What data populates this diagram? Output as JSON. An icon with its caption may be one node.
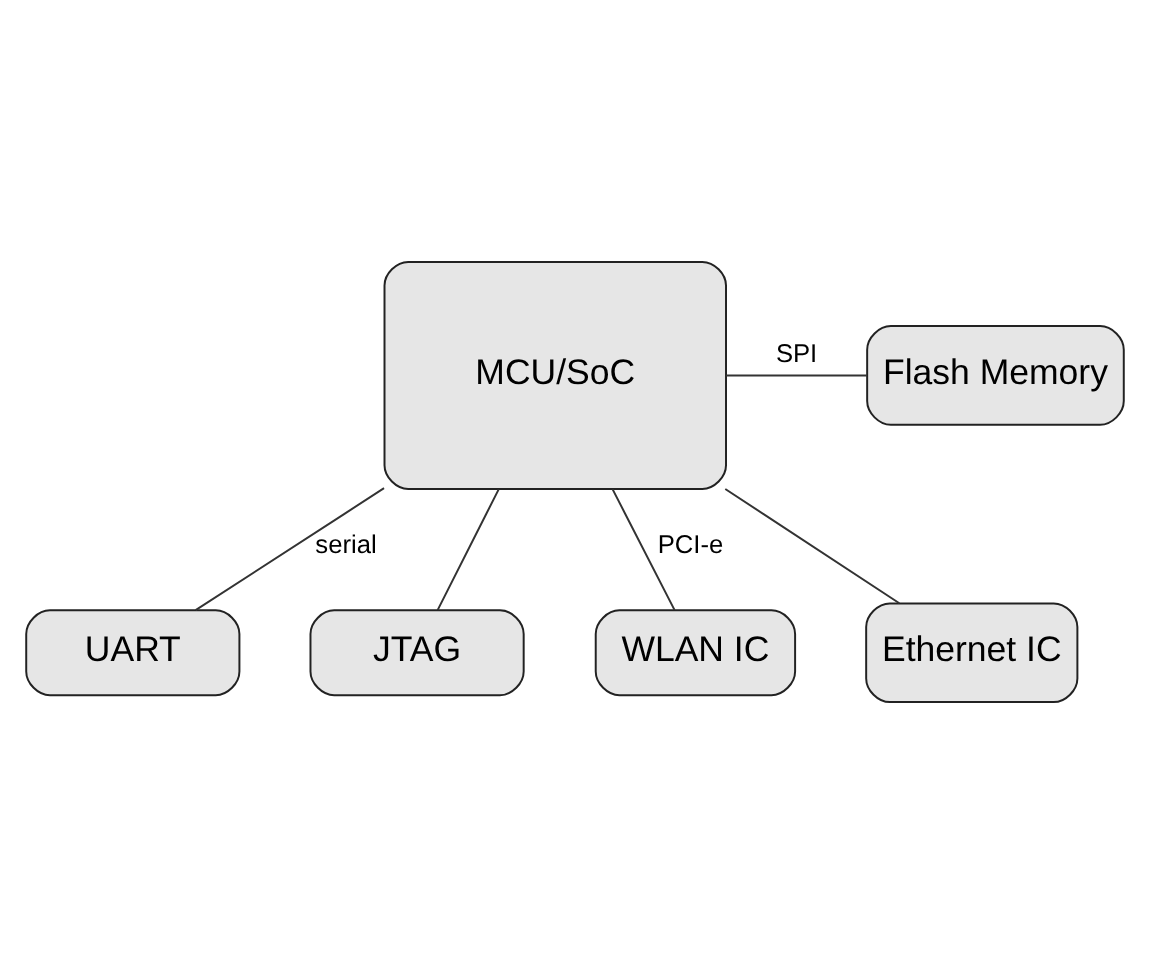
{
  "diagram": {
    "nodes": [
      {
        "text": [
          "UART"
        ]
      },
      {
        "text": [
          "JTAG"
        ]
      },
      {
        "text": [
          "MCU/SoC"
        ]
      },
      {
        "text": [
          "Flash Memory"
        ]
      },
      {
        "text": [
          "WLAN IC"
        ]
      },
      {
        "text": [
          "Ethernet IC"
        ]
      }
    ],
    "edges": [
      {
        "from": 2,
        "to": 0,
        "arrow": "none",
        "label": "serial"
      },
      {
        "from": 2,
        "to": 1,
        "arrow": "none"
      },
      {
        "from": 2,
        "to": 3,
        "arrow": "none",
        "label": "SPI"
      },
      {
        "from": 2,
        "to": 4,
        "arrow": "none",
        "label": "PCI-e"
      },
      {
        "from": 2,
        "to": 5,
        "arrow": "none"
      }
    ]
  }
}
